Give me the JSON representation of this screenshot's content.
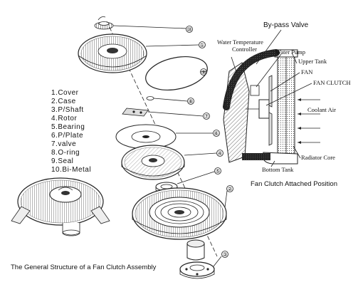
{
  "parts_list": {
    "items": [
      "1.Cover",
      "2.Case",
      "3.P/Shaft",
      "4.Rotor",
      "5.Bearing",
      "6.P/Plate",
      "7.valve",
      "8.O-ring",
      "9.Seal",
      "10.Bi-Metal"
    ]
  },
  "callouts": [
    "①",
    "②",
    "③",
    "④",
    "⑤",
    "⑥",
    "⑦",
    "⑧",
    "⑨",
    "⑩"
  ],
  "position_diagram": {
    "labels": {
      "bypass_valve": "By-pass Valve",
      "water_temp_controller_line1": "Water Temperature",
      "water_temp_controller_line2": "Controller",
      "water_pump": "Water Pump",
      "upper_tank": "Upper Tank",
      "fan": "FAN",
      "fan_clutch": "FAN CLUTCH",
      "coolant_air": "Coolant Air",
      "radiator_core": "Radiator Core",
      "bottom_tank": "Bottom Tank"
    },
    "caption": "Fan Clutch Attached Position"
  },
  "main_caption": "The General Structure of a Fan Clutch Assembly"
}
